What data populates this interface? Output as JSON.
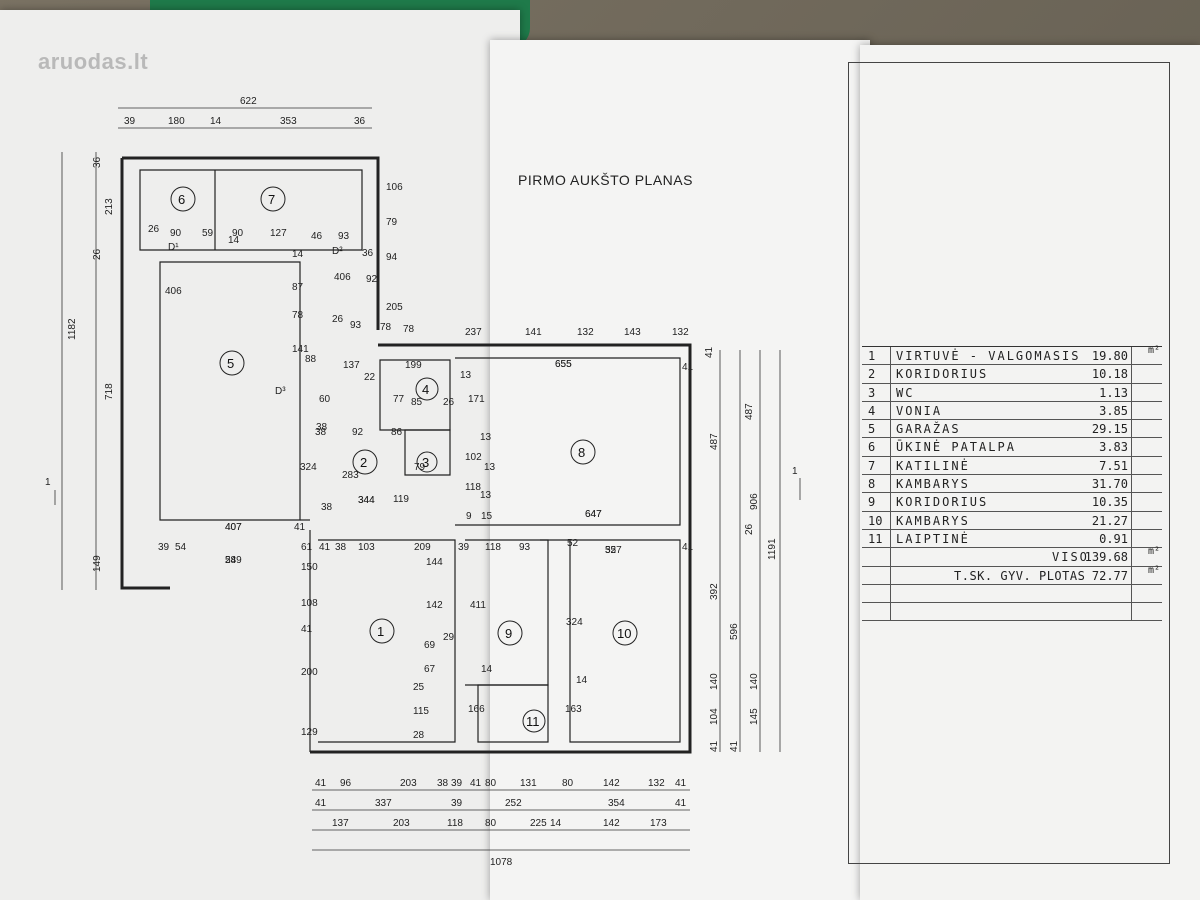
{
  "watermark": {
    "brand": "aruodas",
    "tld": ".lt"
  },
  "plan_title": "PIRMO AUKŠTO PLANAS",
  "rooms": [
    {
      "id": "1",
      "name": "VIRTUVĖ - VALGOMASIS",
      "area": "19.80"
    },
    {
      "id": "2",
      "name": "KORIDORIUS",
      "area": "10.18"
    },
    {
      "id": "3",
      "name": "WC",
      "area": "1.13"
    },
    {
      "id": "4",
      "name": "VONIA",
      "area": "3.85"
    },
    {
      "id": "5",
      "name": "GARAŽAS",
      "area": "29.15"
    },
    {
      "id": "6",
      "name": "ŪKINĖ PATALPA",
      "area": "3.83"
    },
    {
      "id": "7",
      "name": "KATILINĖ",
      "area": "7.51"
    },
    {
      "id": "8",
      "name": "KAMBARYS",
      "area": "31.70"
    },
    {
      "id": "9",
      "name": "KORIDORIUS",
      "area": "10.35"
    },
    {
      "id": "10",
      "name": "KAMBARYS",
      "area": "21.27"
    },
    {
      "id": "11",
      "name": "LAIPTINĖ",
      "area": "0.91"
    }
  ],
  "totals": [
    {
      "label": "VISO",
      "area": "139.68",
      "unit": "m²"
    },
    {
      "label": "T.SK. GYV. PLOTAS",
      "area": "72.77",
      "unit": "m²"
    }
  ],
  "unit_top": "m²",
  "dims_top": {
    "overall": "622",
    "a": "39",
    "b": "180",
    "c": "14",
    "d": "353",
    "e": "36"
  },
  "dims_bottom_row1": [
    "41",
    "96",
    "203",
    "38",
    "39",
    "41",
    "80",
    "131",
    "80",
    "142",
    "132",
    "41"
  ],
  "dims_bottom_row2": [
    "41",
    "337",
    "39",
    "252",
    "354",
    "41"
  ],
  "dims_bottom_row3": [
    "137",
    "203",
    "118",
    "80",
    "225",
    "14",
    "142",
    "173"
  ],
  "dims_bottom_total": "1078",
  "dims_left": [
    "36",
    "213",
    "26",
    "718",
    "1182",
    "149"
  ],
  "dims_right": [
    "41",
    "487",
    "487",
    "26",
    "906",
    "1191",
    "392",
    "596",
    "140",
    "140",
    "104",
    "145",
    "41",
    "41"
  ],
  "door_labels": [
    "D¹",
    "D²",
    "D³"
  ],
  "section_marks": [
    "1",
    "1"
  ],
  "inner_dims": [
    "26",
    "90",
    "59",
    "90",
    "127",
    "46",
    "93",
    "14",
    "14",
    "406",
    "92",
    "36",
    "106",
    "79",
    "94",
    "205",
    "87",
    "78",
    "141",
    "88",
    "38",
    "137",
    "22",
    "199",
    "13",
    "77",
    "85",
    "26",
    "171",
    "38",
    "92",
    "86",
    "79",
    "102",
    "118",
    "13",
    "13",
    "13",
    "60",
    "283",
    "324",
    "407",
    "38",
    "344",
    "119",
    "9",
    "15",
    "647",
    "655",
    "41",
    "237",
    "141",
    "132",
    "143",
    "132",
    "78",
    "78",
    "26",
    "93",
    "41",
    "39",
    "54",
    "289",
    "61",
    "41",
    "38",
    "103",
    "209",
    "39",
    "118",
    "93",
    "52",
    "357",
    "41",
    "144",
    "142",
    "411",
    "324",
    "14",
    "29",
    "69",
    "67",
    "25",
    "115",
    "28",
    "166",
    "14",
    "163",
    "150",
    "108",
    "41",
    "200",
    "129"
  ]
}
